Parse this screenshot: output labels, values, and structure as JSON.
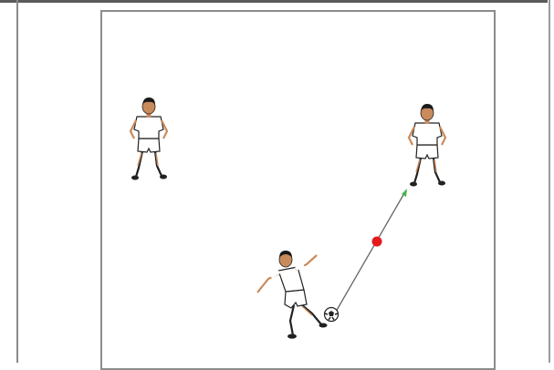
{
  "diagram": {
    "players": [
      {
        "role": "receiver-left"
      },
      {
        "role": "receiver-right"
      },
      {
        "role": "kicker"
      }
    ],
    "pass": {
      "from": "kicker",
      "to": "receiver-right"
    },
    "marker": {
      "type": "dot"
    }
  },
  "colors": {
    "field_border": "#8c8c8c",
    "pass_line": "#666666",
    "arrow_head": "#4caf50",
    "marker": "#e5191b",
    "player_skin": "#c98a5c",
    "player_hair": "#1a1a1a",
    "player_outline": "#222222"
  }
}
